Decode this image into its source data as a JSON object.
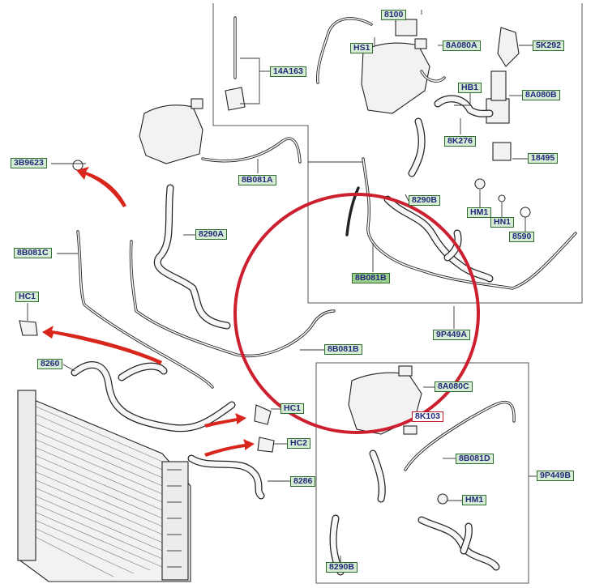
{
  "diagram": {
    "labels": [
      {
        "id": "8100",
        "text": "8100",
        "style": "normal"
      },
      {
        "id": "HS1",
        "text": "HS1",
        "style": "normal"
      },
      {
        "id": "8A080A",
        "text": "8A080A",
        "style": "normal"
      },
      {
        "id": "5K292",
        "text": "5K292",
        "style": "normal"
      },
      {
        "id": "14A163",
        "text": "14A163",
        "style": "normal"
      },
      {
        "id": "HB1",
        "text": "HB1",
        "style": "normal"
      },
      {
        "id": "8A080B",
        "text": "8A080B",
        "style": "normal"
      },
      {
        "id": "8K276",
        "text": "8K276",
        "style": "normal"
      },
      {
        "id": "18495",
        "text": "18495",
        "style": "normal"
      },
      {
        "id": "3B9623",
        "text": "3B9623",
        "style": "normal"
      },
      {
        "id": "8B081A",
        "text": "8B081A",
        "style": "normal"
      },
      {
        "id": "8290B_top",
        "text": "8290B",
        "style": "normal"
      },
      {
        "id": "HM1_top",
        "text": "HM1",
        "style": "normal"
      },
      {
        "id": "HN1",
        "text": "HN1",
        "style": "normal"
      },
      {
        "id": "8590",
        "text": "8590",
        "style": "normal"
      },
      {
        "id": "8290A",
        "text": "8290A",
        "style": "normal"
      },
      {
        "id": "8B081C",
        "text": "8B081C",
        "style": "normal"
      },
      {
        "id": "8B081B_top",
        "text": "8B081B",
        "style": "dark"
      },
      {
        "id": "HC1_left",
        "text": "HC1",
        "style": "normal"
      },
      {
        "id": "9P449A",
        "text": "9P449A",
        "style": "normal"
      },
      {
        "id": "8B081B_mid",
        "text": "8B081B",
        "style": "normal"
      },
      {
        "id": "8260",
        "text": "8260",
        "style": "normal"
      },
      {
        "id": "8A080C",
        "text": "8A080C",
        "style": "normal"
      },
      {
        "id": "HC1_right",
        "text": "HC1",
        "style": "normal"
      },
      {
        "id": "8K103",
        "text": "8K103",
        "style": "red"
      },
      {
        "id": "HC2",
        "text": "HC2",
        "style": "normal"
      },
      {
        "id": "8B081D",
        "text": "8B081D",
        "style": "normal"
      },
      {
        "id": "9P449B",
        "text": "9P449B",
        "style": "normal"
      },
      {
        "id": "8286",
        "text": "8286",
        "style": "normal"
      },
      {
        "id": "HM1_bottom",
        "text": "HM1",
        "style": "normal"
      },
      {
        "id": "8290B_bottom",
        "text": "8290B",
        "style": "normal"
      }
    ],
    "colors": {
      "label_fill": "#d6ecd4",
      "label_border": "#2f6b2f",
      "label_text": "#1f2a7a",
      "highlight_circle": "#cc1f2f",
      "arrow": "#d9261c"
    }
  }
}
